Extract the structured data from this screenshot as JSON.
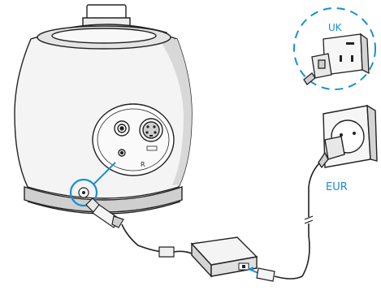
{
  "labels": {
    "uk": "UK",
    "eur": "EUR",
    "port_r": "R"
  },
  "colors": {
    "accent": "#1a8fd0",
    "outline": "#222222",
    "body_fill": "#f4f4f4",
    "shadow": "#d4d4d4"
  },
  "icons": {
    "speaker": "speaker-dock-icon",
    "adapter": "power-adapter-icon",
    "uk_plug": "uk-plug-icon",
    "eur_plug": "eur-plug-icon",
    "dc_port": "dc-in-port-icon"
  }
}
